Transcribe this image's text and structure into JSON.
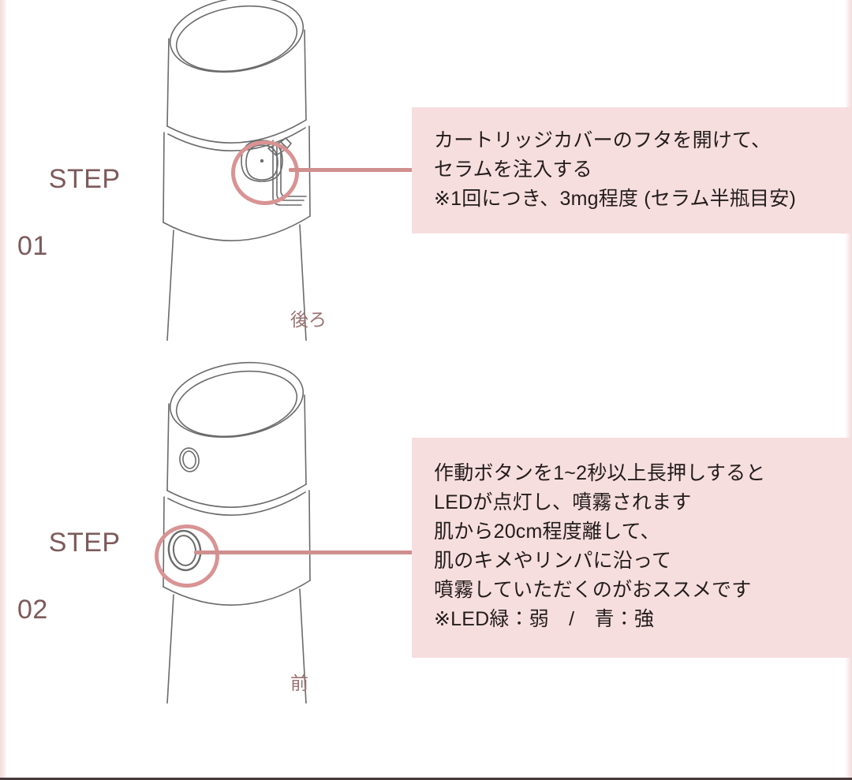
{
  "steps": [
    {
      "label_title": "STEP",
      "label_number": "01",
      "orientation_caption": "後ろ",
      "callout_lines": [
        "カートリッジカバーのフタを開けて、",
        "セラムを注入する",
        "※1回につき、3mg程度 (セラム半瓶目安)"
      ]
    },
    {
      "label_title": "STEP",
      "label_number": "02",
      "orientation_caption": "前",
      "callout_lines": [
        "作動ボタンを1~2秒以上長押しすると",
        "LEDが点灯し、噴霧されます",
        "肌から20cm程度離して、",
        "肌のキメやリンパに沿って",
        "噴霧していただくのがおススメです",
        "※LED緑：弱　/　青：強"
      ]
    }
  ],
  "colors": {
    "callout_background": "#f7dede",
    "annotation_pink": "#d99393",
    "step_label_text": "#7d5a5a",
    "body_text": "#231c1c",
    "caption_text": "#9c7272",
    "line_art": "#6b6b6b",
    "page_background": "#ffffff"
  },
  "icons": {
    "cartridge_port": "cartridge-port-icon",
    "led_indicator": "led-indicator-icon",
    "power_button": "power-button-icon"
  }
}
